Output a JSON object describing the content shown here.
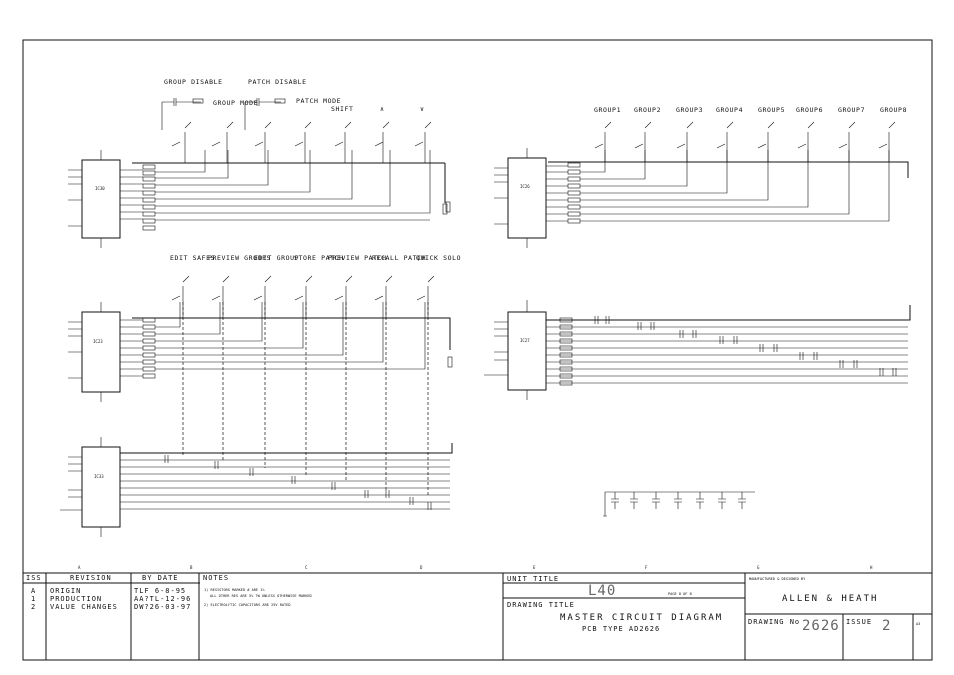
{
  "switch_row_1": [
    "GROUP DISABLE",
    "PATCH DISABLE",
    "GROUP MODE",
    "PATCH MODE",
    "SHIFT",
    "∧",
    "∨"
  ],
  "switch_row_2": [
    "GROUP1",
    "GROUP2",
    "GROUP3",
    "GROUP4",
    "GROUP5",
    "GROUP6",
    "GROUP7",
    "GROUP8"
  ],
  "switch_row_3": [
    "EDIT SAFES",
    "PREVIEW GROUPS",
    "EDIT GROUP",
    "STORE PATCH",
    "PREVIEW PATCH",
    "RECALL PATCH",
    "QUICK SOLO"
  ],
  "ic_refs": [
    "IC30",
    "IC26",
    "IC23",
    "IC27",
    "IC33"
  ],
  "zone_columns": [
    "A",
    "B",
    "C",
    "D",
    "E",
    "F",
    "G",
    "H"
  ],
  "title_block": {
    "revision_header": {
      "iss": "ISS",
      "revision": "REVISION",
      "by_date": "BY  DATE",
      "notes": "NOTES"
    },
    "revisions": [
      {
        "iss": "A",
        "desc": "ORIGIN",
        "by_date": "TLF 6-8-95"
      },
      {
        "iss": "1",
        "desc": "PRODUCTION",
        "by_date": "AA?TL-12-96"
      },
      {
        "iss": "2",
        "desc": "VALUE CHANGES",
        "by_date": "DW?26-03-97"
      }
    ],
    "notes": [
      "1) RESISTORS MARKED # ARE 1%",
      "ALL OTHER RES ARE 5% ?W UNLESS OTHERWISE MARKED",
      "2) ELECTROLYTIC CAPACITORS ARE 25V RATED"
    ],
    "unit_title_label": "UNIT TITLE",
    "unit_title": "L40",
    "page": "PAGE 8 OF 8",
    "drawing_title_label": "DRAWING TITLE",
    "drawing_title": "MASTER CIRCUIT DIAGRAM",
    "pcb_type": "PCB TYPE AD2626",
    "manufacturer_label": "MANUFACTURED & DESIGNED BY",
    "company": "ALLEN & HEATH",
    "drawing_no_label": "DRAWING No",
    "drawing_no": "2626",
    "issue_label": "ISSUE",
    "issue": "2",
    "sheet_size": "A3"
  }
}
